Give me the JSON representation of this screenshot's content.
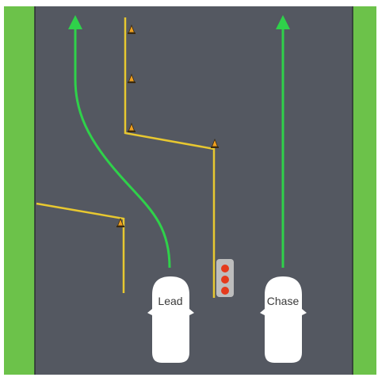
{
  "cars": {
    "lead": {
      "label": "Lead"
    },
    "chase": {
      "label": "Chase"
    }
  },
  "colors": {
    "grass": "#6cc24a",
    "road": "#545861",
    "lane_line": "#e8c830",
    "path_arrow": "#2fd14a",
    "car_body": "#ffffff",
    "light_housing": "#bdbdbd",
    "light_lamp": "#e53a1c",
    "cone": "#f0a020"
  },
  "icons": [
    "traffic-cone-icon",
    "traffic-light-icon",
    "car-icon",
    "arrow-up-icon"
  ],
  "traffic_light": {
    "lamps": 3,
    "state": "red"
  }
}
